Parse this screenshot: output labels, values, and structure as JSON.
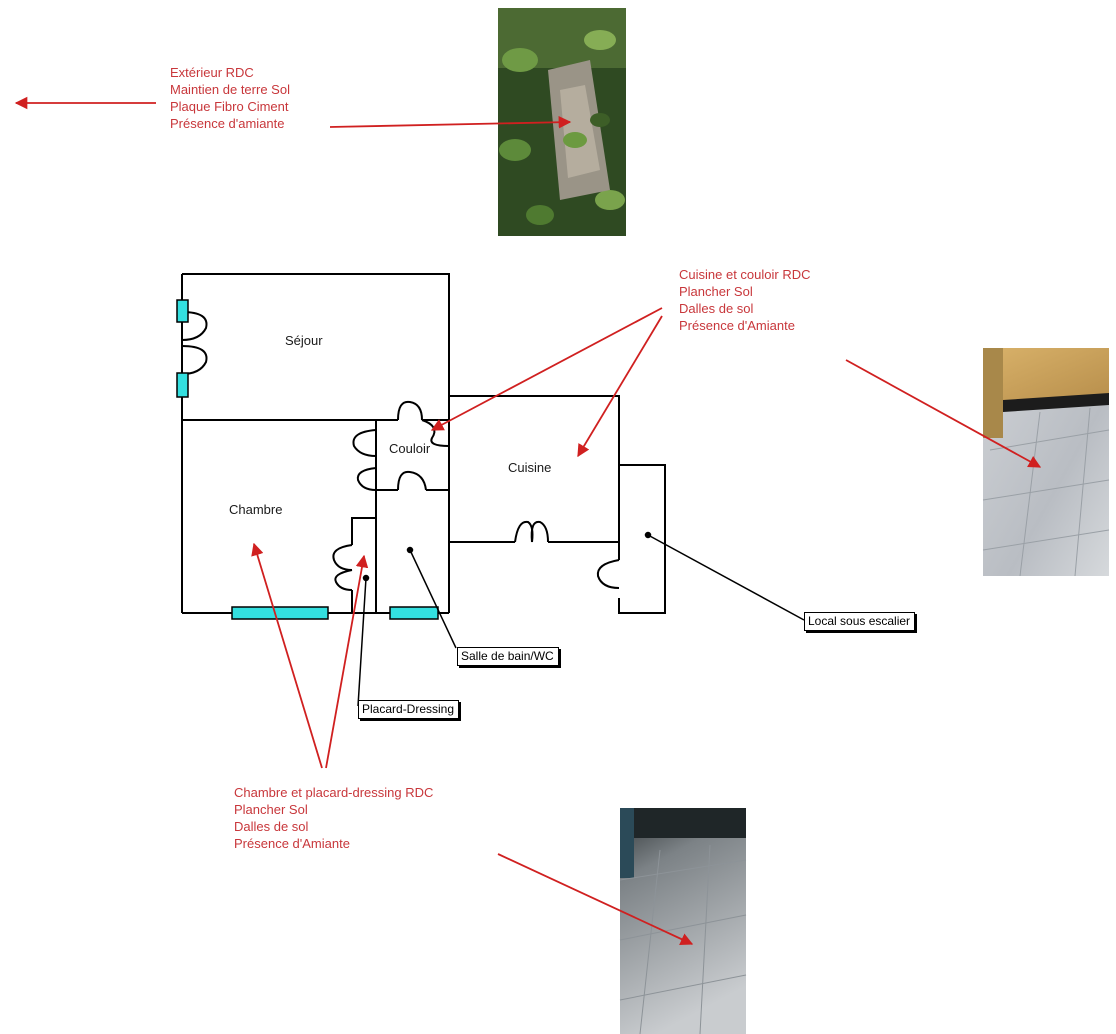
{
  "notes": {
    "exterieur": [
      "Extérieur RDC",
      "Maintien de terre Sol",
      "Plaque Fibro Ciment",
      "Présence d'amiante"
    ],
    "cuisine": [
      "Cuisine et couloir RDC",
      "Plancher Sol",
      "Dalles de sol",
      "Présence d'Amiante"
    ],
    "chambre": [
      "Chambre et placard-dressing RDC",
      "Plancher Sol",
      "Dalles de sol",
      "Présence d'Amiante"
    ]
  },
  "rooms": {
    "sejour": "Séjour",
    "couloir": "Couloir",
    "cuisine": "Cuisine",
    "chambre": "Chambre"
  },
  "callouts": {
    "salle_de_bain": "Salle de bain/WC",
    "placard": "Placard-Dressing",
    "local": "Local sous escalier"
  },
  "colors": {
    "annotation": "#c8373b",
    "window": "#33e0e0",
    "wall": "#000000"
  }
}
